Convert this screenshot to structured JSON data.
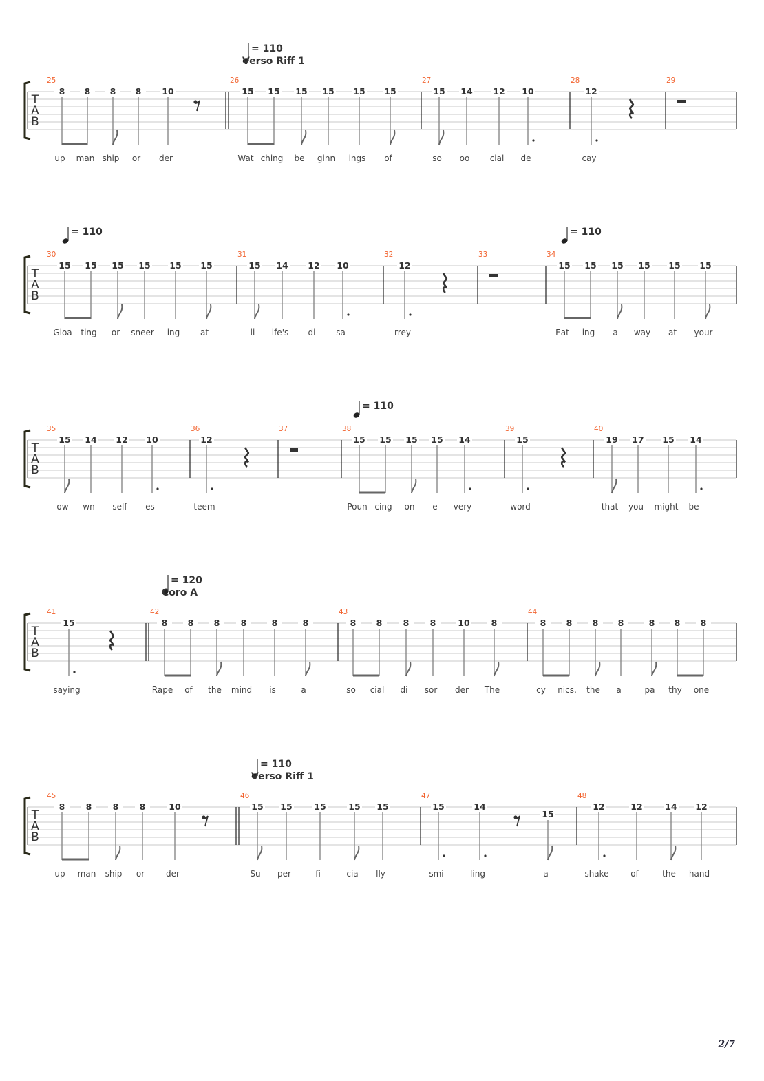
{
  "page_number": "2/7",
  "colors": {
    "measure_number": "#f26430",
    "staff_line": "#c8c8c8",
    "text": "#333333"
  },
  "tab_clef": [
    "T",
    "A",
    "B"
  ],
  "systems": [
    {
      "tempos": [
        {
          "bpm": "= 110",
          "section": "Verso Riff 1"
        }
      ],
      "measures": [
        {
          "number": "25",
          "notes": [
            {
              "fret": "8",
              "string": 1,
              "dur": "eighth",
              "beam": true,
              "lyric": "up"
            },
            {
              "fret": "8",
              "string": 1,
              "dur": "eighth",
              "beam": true,
              "lyric": "man"
            },
            {
              "fret": "8",
              "string": 1,
              "dur": "eighth",
              "lyric": "ship"
            },
            {
              "fret": "8",
              "string": 1,
              "dur": "quarter",
              "lyric": "or"
            },
            {
              "fret": "10",
              "string": 1,
              "dur": "quarter",
              "lyric": "der"
            }
          ],
          "rests": [
            "eighth"
          ]
        },
        {
          "number": "26",
          "barline": "double",
          "notes": [
            {
              "fret": "15",
              "string": 1,
              "dur": "eighth",
              "beam": true,
              "lyric": "Wat"
            },
            {
              "fret": "15",
              "string": 1,
              "dur": "eighth",
              "beam": true,
              "lyric": "ching"
            },
            {
              "fret": "15",
              "string": 1,
              "dur": "eighth",
              "lyric": "be"
            },
            {
              "fret": "15",
              "string": 1,
              "dur": "quarter",
              "lyric": "ginn"
            },
            {
              "fret": "15",
              "string": 1,
              "dur": "quarter",
              "lyric": "ings"
            },
            {
              "fret": "15",
              "string": 1,
              "dur": "eighth",
              "lyric": "of"
            }
          ],
          "rests": []
        },
        {
          "number": "27",
          "notes": [
            {
              "fret": "15",
              "string": 1,
              "dur": "eighth",
              "lyric": "so"
            },
            {
              "fret": "14",
              "string": 1,
              "dur": "quarter",
              "lyric": "oo"
            },
            {
              "fret": "12",
              "string": 1,
              "dur": "quarter",
              "lyric": "cial"
            },
            {
              "fret": "10",
              "string": 1,
              "dur": "quarter",
              "dotted": true,
              "lyric": "de"
            }
          ],
          "rests": []
        },
        {
          "number": "28",
          "notes": [
            {
              "fret": "12",
              "string": 1,
              "dur": "half",
              "dotted": true,
              "lyric": "cay"
            }
          ],
          "rests": [
            "quarter"
          ]
        },
        {
          "number": "29",
          "notes": [],
          "rests": [
            "whole"
          ]
        }
      ]
    },
    {
      "tempos": [
        {
          "bpm": "= 110"
        },
        {
          "bpm": "= 110"
        }
      ],
      "measures": [
        {
          "number": "30",
          "notes": [
            {
              "fret": "15",
              "string": 1,
              "dur": "eighth",
              "beam": true,
              "lyric": "Gloa"
            },
            {
              "fret": "15",
              "string": 1,
              "dur": "eighth",
              "beam": true,
              "lyric": "ting"
            },
            {
              "fret": "15",
              "string": 1,
              "dur": "eighth",
              "lyric": "or"
            },
            {
              "fret": "15",
              "string": 1,
              "dur": "quarter",
              "lyric": "sneer"
            },
            {
              "fret": "15",
              "string": 1,
              "dur": "quarter",
              "lyric": "ing"
            },
            {
              "fret": "15",
              "string": 1,
              "dur": "eighth",
              "lyric": "at"
            }
          ],
          "rests": []
        },
        {
          "number": "31",
          "notes": [
            {
              "fret": "15",
              "string": 1,
              "dur": "eighth",
              "lyric": "li"
            },
            {
              "fret": "14",
              "string": 1,
              "dur": "quarter",
              "lyric": "ife's"
            },
            {
              "fret": "12",
              "string": 1,
              "dur": "quarter",
              "lyric": "di"
            },
            {
              "fret": "10",
              "string": 1,
              "dur": "quarter",
              "dotted": true,
              "lyric": "sa"
            }
          ],
          "rests": []
        },
        {
          "number": "32",
          "notes": [
            {
              "fret": "12",
              "string": 1,
              "dur": "half",
              "dotted": true,
              "lyric": "rrey"
            }
          ],
          "rests": [
            "quarter"
          ]
        },
        {
          "number": "33",
          "notes": [],
          "rests": [
            "whole"
          ]
        },
        {
          "number": "34",
          "notes": [
            {
              "fret": "15",
              "string": 1,
              "dur": "eighth",
              "beam": true,
              "lyric": "Eat"
            },
            {
              "fret": "15",
              "string": 1,
              "dur": "eighth",
              "beam": true,
              "lyric": "ing"
            },
            {
              "fret": "15",
              "string": 1,
              "dur": "eighth",
              "lyric": "a"
            },
            {
              "fret": "15",
              "string": 1,
              "dur": "quarter",
              "lyric": "way"
            },
            {
              "fret": "15",
              "string": 1,
              "dur": "quarter",
              "lyric": "at"
            },
            {
              "fret": "15",
              "string": 1,
              "dur": "eighth",
              "lyric": "your"
            }
          ],
          "rests": []
        }
      ]
    },
    {
      "tempos": [
        {
          "bpm": "= 110"
        }
      ],
      "measures": [
        {
          "number": "35",
          "notes": [
            {
              "fret": "15",
              "string": 1,
              "dur": "eighth",
              "lyric": "ow"
            },
            {
              "fret": "14",
              "string": 1,
              "dur": "quarter",
              "lyric": "wn"
            },
            {
              "fret": "12",
              "string": 1,
              "dur": "quarter",
              "lyric": "self"
            },
            {
              "fret": "10",
              "string": 1,
              "dur": "quarter",
              "dotted": true,
              "lyric": "es"
            }
          ],
          "rests": []
        },
        {
          "number": "36",
          "notes": [
            {
              "fret": "12",
              "string": 1,
              "dur": "half",
              "dotted": true,
              "lyric": "teem"
            }
          ],
          "rests": [
            "quarter"
          ]
        },
        {
          "number": "37",
          "notes": [],
          "rests": [
            "whole"
          ]
        },
        {
          "number": "38",
          "notes": [
            {
              "fret": "15",
              "string": 1,
              "dur": "eighth",
              "beam": true,
              "lyric": "Poun"
            },
            {
              "fret": "15",
              "string": 1,
              "dur": "eighth",
              "beam": true,
              "lyric": "cing"
            },
            {
              "fret": "15",
              "string": 1,
              "dur": "eighth",
              "lyric": "on"
            },
            {
              "fret": "15",
              "string": 1,
              "dur": "quarter",
              "lyric": "e"
            },
            {
              "fret": "14",
              "string": 1,
              "dur": "quarter",
              "dotted": true,
              "lyric": "very"
            }
          ],
          "rests": []
        },
        {
          "number": "39",
          "notes": [
            {
              "fret": "15",
              "string": 1,
              "dur": "half",
              "dotted": true,
              "lyric": "word"
            }
          ],
          "rests": [
            "quarter"
          ]
        },
        {
          "number": "40",
          "notes": [
            {
              "fret": "19",
              "string": 1,
              "dur": "eighth",
              "lyric": "that"
            },
            {
              "fret": "17",
              "string": 1,
              "dur": "quarter",
              "lyric": "you"
            },
            {
              "fret": "15",
              "string": 1,
              "dur": "quarter",
              "lyric": "might"
            },
            {
              "fret": "14",
              "string": 1,
              "dur": "quarter",
              "dotted": true,
              "lyric": "be"
            }
          ],
          "rests": []
        }
      ]
    },
    {
      "tempos": [
        {
          "bpm": "= 120",
          "section": "Coro A"
        }
      ],
      "measures": [
        {
          "number": "41",
          "notes": [
            {
              "fret": "15",
              "string": 1,
              "dur": "half",
              "dotted": true,
              "lyric": "saying"
            }
          ],
          "rests": [
            "quarter"
          ]
        },
        {
          "number": "42",
          "barline": "double",
          "notes": [
            {
              "fret": "8",
              "string": 1,
              "dur": "eighth",
              "beam": true,
              "lyric": "Rape"
            },
            {
              "fret": "8",
              "string": 1,
              "dur": "eighth",
              "beam": true,
              "lyric": "of"
            },
            {
              "fret": "8",
              "string": 1,
              "dur": "eighth",
              "lyric": "the"
            },
            {
              "fret": "8",
              "string": 1,
              "dur": "quarter",
              "lyric": "mind"
            },
            {
              "fret": "8",
              "string": 1,
              "dur": "quarter",
              "lyric": "is"
            },
            {
              "fret": "8",
              "string": 1,
              "dur": "eighth",
              "lyric": "a"
            }
          ],
          "rests": []
        },
        {
          "number": "43",
          "notes": [
            {
              "fret": "8",
              "string": 1,
              "dur": "eighth",
              "beam": true,
              "lyric": "so"
            },
            {
              "fret": "8",
              "string": 1,
              "dur": "eighth",
              "beam": true,
              "lyric": "cial"
            },
            {
              "fret": "8",
              "string": 1,
              "dur": "eighth",
              "lyric": "di"
            },
            {
              "fret": "8",
              "string": 1,
              "dur": "quarter",
              "lyric": "sor"
            },
            {
              "fret": "10",
              "string": 1,
              "dur": "quarter",
              "lyric": "der"
            },
            {
              "fret": "8",
              "string": 1,
              "dur": "eighth",
              "lyric": "The"
            }
          ],
          "rests": []
        },
        {
          "number": "44",
          "notes": [
            {
              "fret": "8",
              "string": 1,
              "dur": "eighth",
              "beam": true,
              "lyric": "cy"
            },
            {
              "fret": "8",
              "string": 1,
              "dur": "eighth",
              "beam": true,
              "lyric": "nics,"
            },
            {
              "fret": "8",
              "string": 1,
              "dur": "eighth",
              "lyric": "the"
            },
            {
              "fret": "8",
              "string": 1,
              "dur": "quarter",
              "lyric": "a"
            },
            {
              "fret": "8",
              "string": 1,
              "dur": "eighth",
              "lyric": "pa"
            },
            {
              "fret": "8",
              "string": 1,
              "dur": "eighth",
              "beam": true,
              "lyric": "thy"
            },
            {
              "fret": "8",
              "string": 1,
              "dur": "eighth",
              "beam": true,
              "lyric": "one"
            }
          ],
          "rests": []
        }
      ]
    },
    {
      "tempos": [
        {
          "bpm": "= 110",
          "section": "Verso Riff 1"
        }
      ],
      "measures": [
        {
          "number": "45",
          "notes": [
            {
              "fret": "8",
              "string": 1,
              "dur": "eighth",
              "beam": true,
              "lyric": "up"
            },
            {
              "fret": "8",
              "string": 1,
              "dur": "eighth",
              "beam": true,
              "lyric": "man"
            },
            {
              "fret": "8",
              "string": 1,
              "dur": "eighth",
              "lyric": "ship"
            },
            {
              "fret": "8",
              "string": 1,
              "dur": "quarter",
              "lyric": "or"
            },
            {
              "fret": "10",
              "string": 1,
              "dur": "quarter",
              "lyric": "der"
            }
          ],
          "rests": [
            "eighth"
          ]
        },
        {
          "number": "46",
          "barline": "double",
          "notes": [
            {
              "fret": "15",
              "string": 1,
              "dur": "eighth",
              "lyric": "Su"
            },
            {
              "fret": "15",
              "string": 1,
              "dur": "quarter",
              "lyric": "per"
            },
            {
              "fret": "15",
              "string": 1,
              "dur": "quarter",
              "lyric": "fi"
            },
            {
              "fret": "15",
              "string": 1,
              "dur": "eighth",
              "lyric": "cia"
            },
            {
              "fret": "15",
              "string": 1,
              "dur": "quarter",
              "lyric": "lly"
            }
          ],
          "rests": []
        },
        {
          "number": "47",
          "notes": [
            {
              "fret": "15",
              "string": 1,
              "dur": "quarter",
              "dotted": true,
              "lyric": "smi"
            },
            {
              "fret": "14",
              "string": 1,
              "dur": "quarter",
              "dotted": true,
              "lyric": "ling"
            },
            {
              "fret": "15",
              "string": 2,
              "dur": "eighth",
              "lyric": "a"
            }
          ],
          "rests": [
            "eighth"
          ]
        },
        {
          "number": "48",
          "notes": [
            {
              "fret": "12",
              "string": 1,
              "dur": "quarter",
              "dotted": true,
              "lyric": "shake"
            },
            {
              "fret": "12",
              "string": 1,
              "dur": "quarter",
              "lyric": "of"
            },
            {
              "fret": "14",
              "string": 1,
              "dur": "eighth",
              "lyric": "the"
            },
            {
              "fret": "12",
              "string": 1,
              "dur": "quarter",
              "lyric": "hand"
            }
          ],
          "rests": []
        }
      ]
    }
  ]
}
